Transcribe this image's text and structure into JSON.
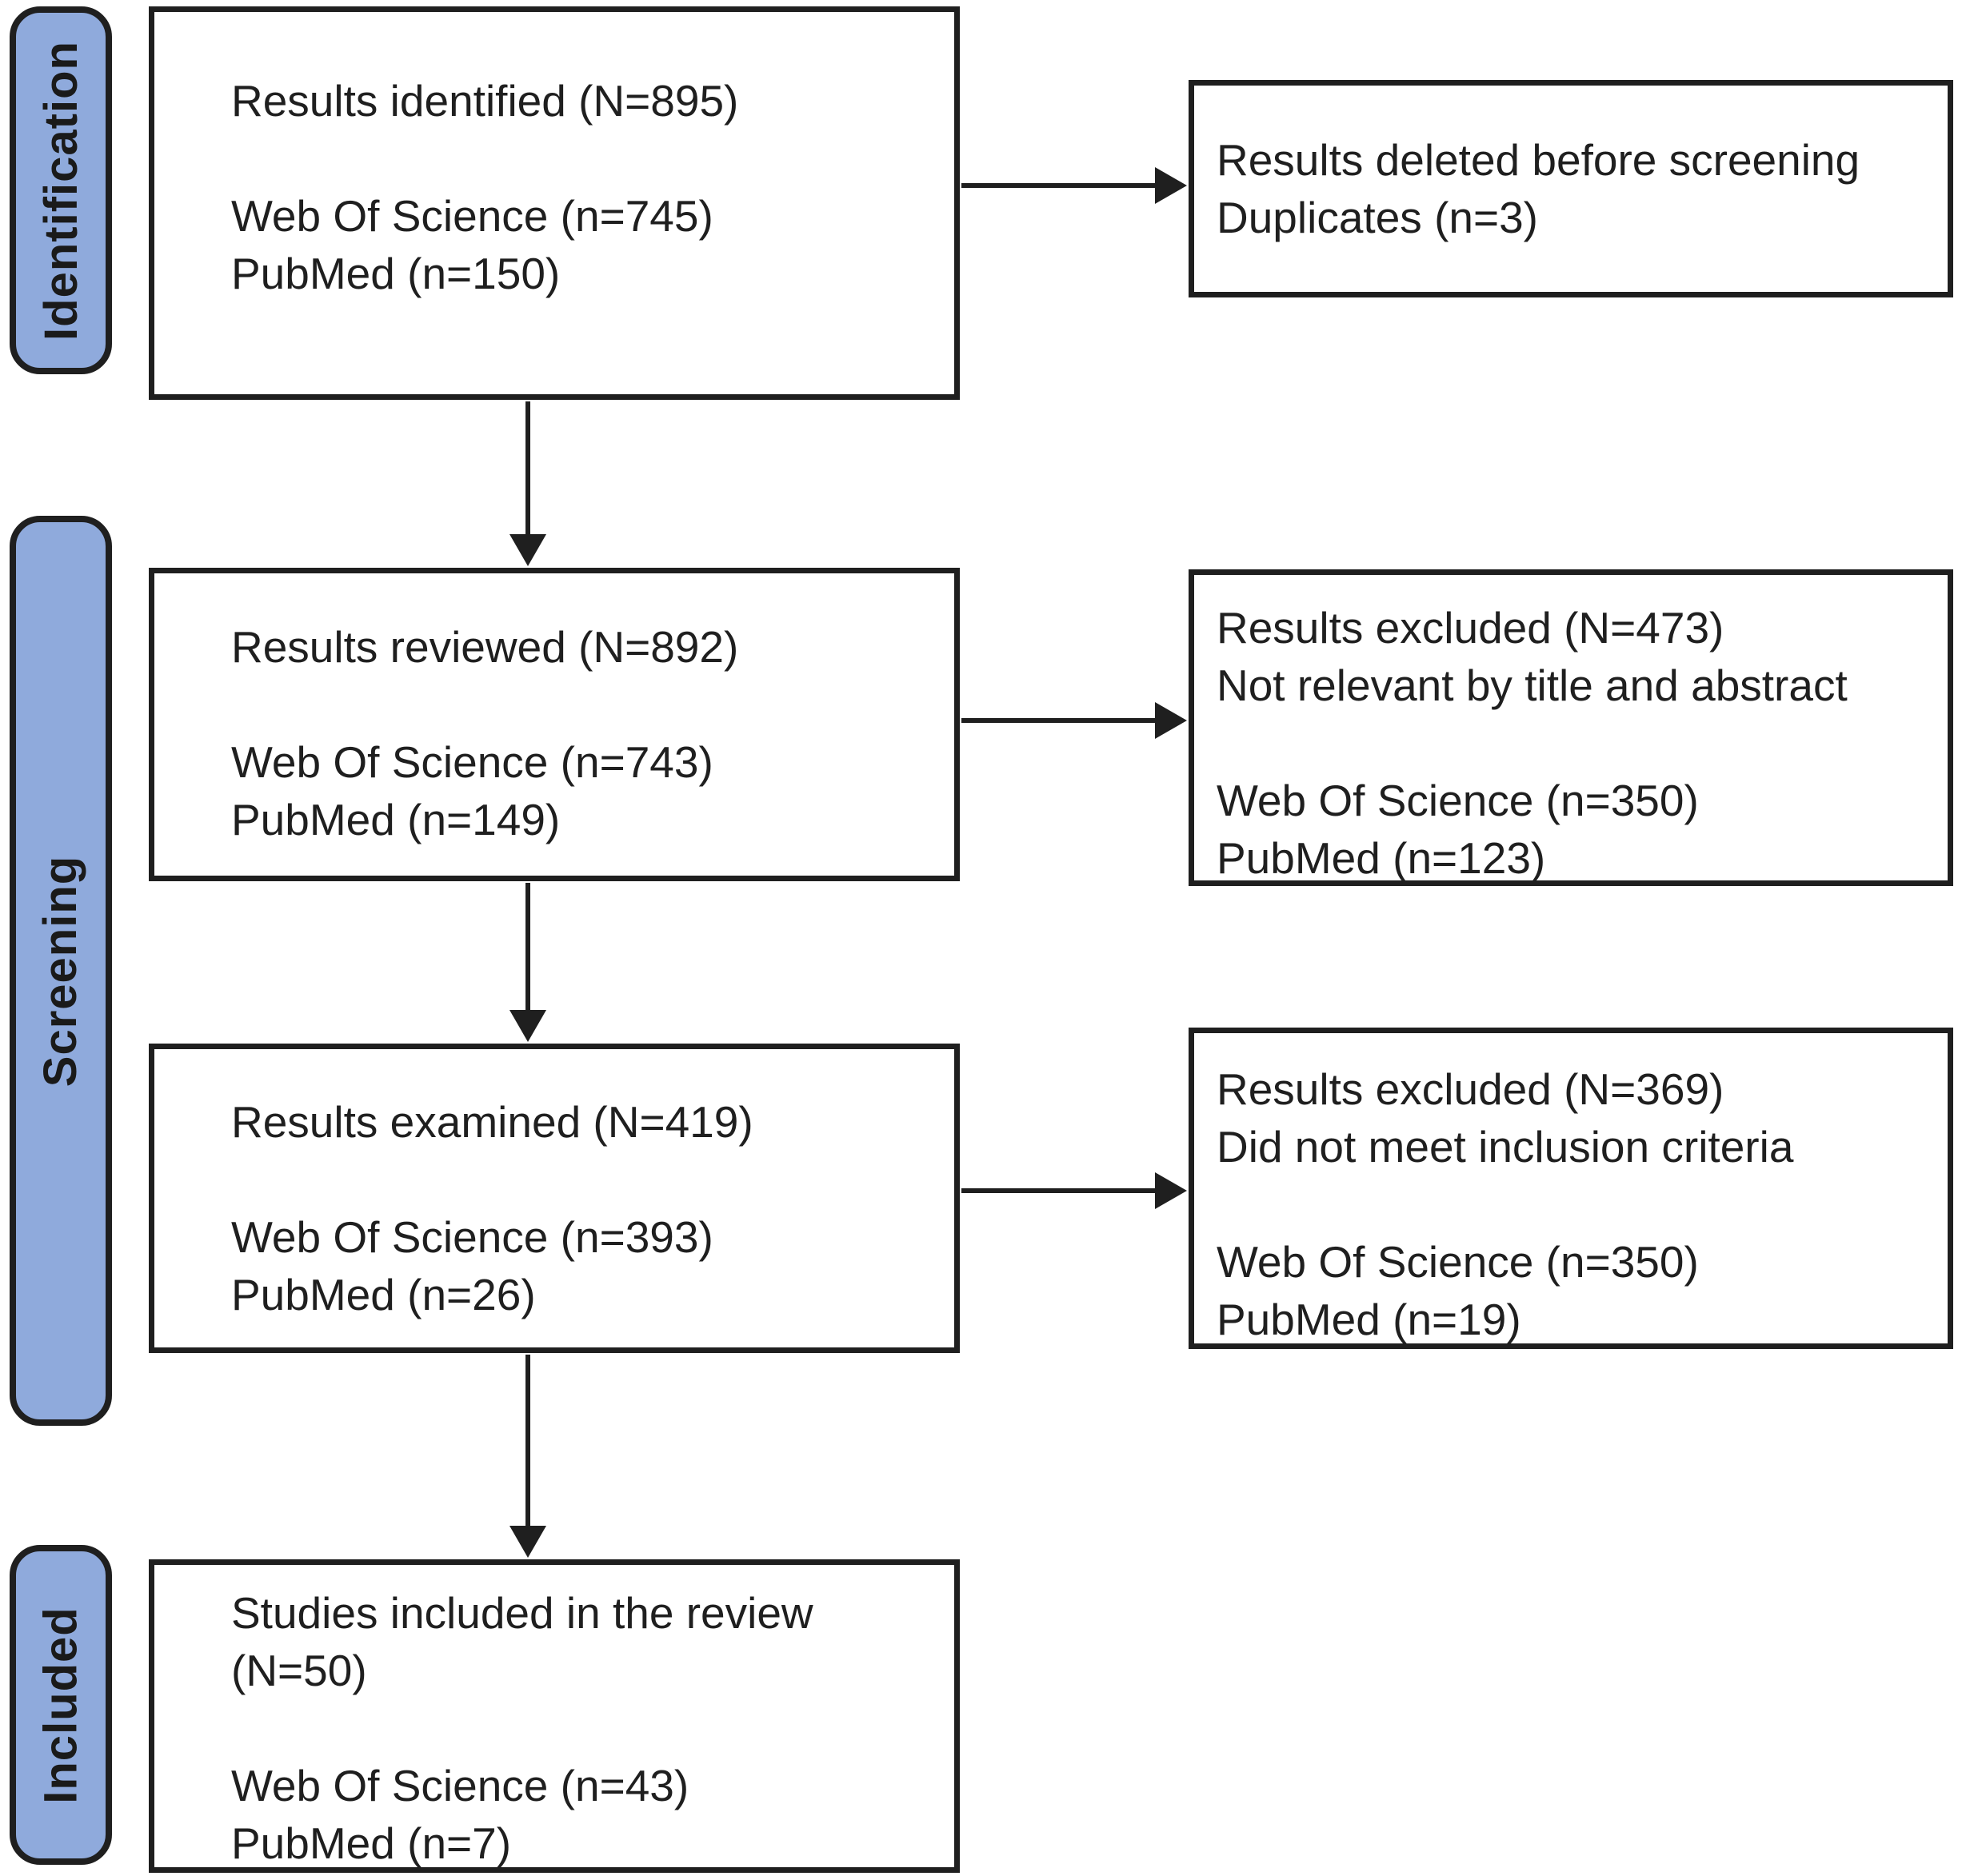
{
  "diagram_type": "PRISMA flow diagram",
  "colors": {
    "stage_fill": "#8FAADC",
    "ink": "#1F1F1F",
    "box_fill": "#FFFFFF",
    "bg": "#FFFFFF"
  },
  "stages": [
    {
      "id": "identification",
      "label": "Identification"
    },
    {
      "id": "screening",
      "label": "Screening"
    },
    {
      "id": "included",
      "label": "Included"
    }
  ],
  "main_boxes": [
    {
      "id": "identified",
      "lines": [
        "Results identified (N=895)",
        "",
        "Web Of Science (n=745)",
        "PubMed (n=150)"
      ]
    },
    {
      "id": "reviewed",
      "lines": [
        "Results reviewed (N=892)",
        "",
        "Web Of Science (n=743)",
        "PubMed (n=149)"
      ]
    },
    {
      "id": "examined",
      "lines": [
        "Results examined (N=419)",
        "",
        "Web Of Science (n=393)",
        "PubMed (n=26)"
      ]
    },
    {
      "id": "included",
      "lines": [
        "Studies included in the review",
        "(N=50)",
        "",
        "Web Of Science (n=43)",
        "PubMed (n=7)"
      ]
    }
  ],
  "side_boxes": [
    {
      "id": "deleted",
      "lines": [
        "Results deleted before screening",
        "Duplicates (n=3)"
      ]
    },
    {
      "id": "excluded-screening",
      "lines": [
        "Results excluded (N=473)",
        "Not relevant by title and abstract",
        "",
        "Web Of Science (n=350)",
        "PubMed (n=123)"
      ]
    },
    {
      "id": "excluded-eligibility",
      "lines": [
        "Results excluded (N=369)",
        "Did not meet inclusion criteria",
        "",
        "Web Of Science (n=350)",
        "PubMed (n=19)"
      ]
    }
  ]
}
